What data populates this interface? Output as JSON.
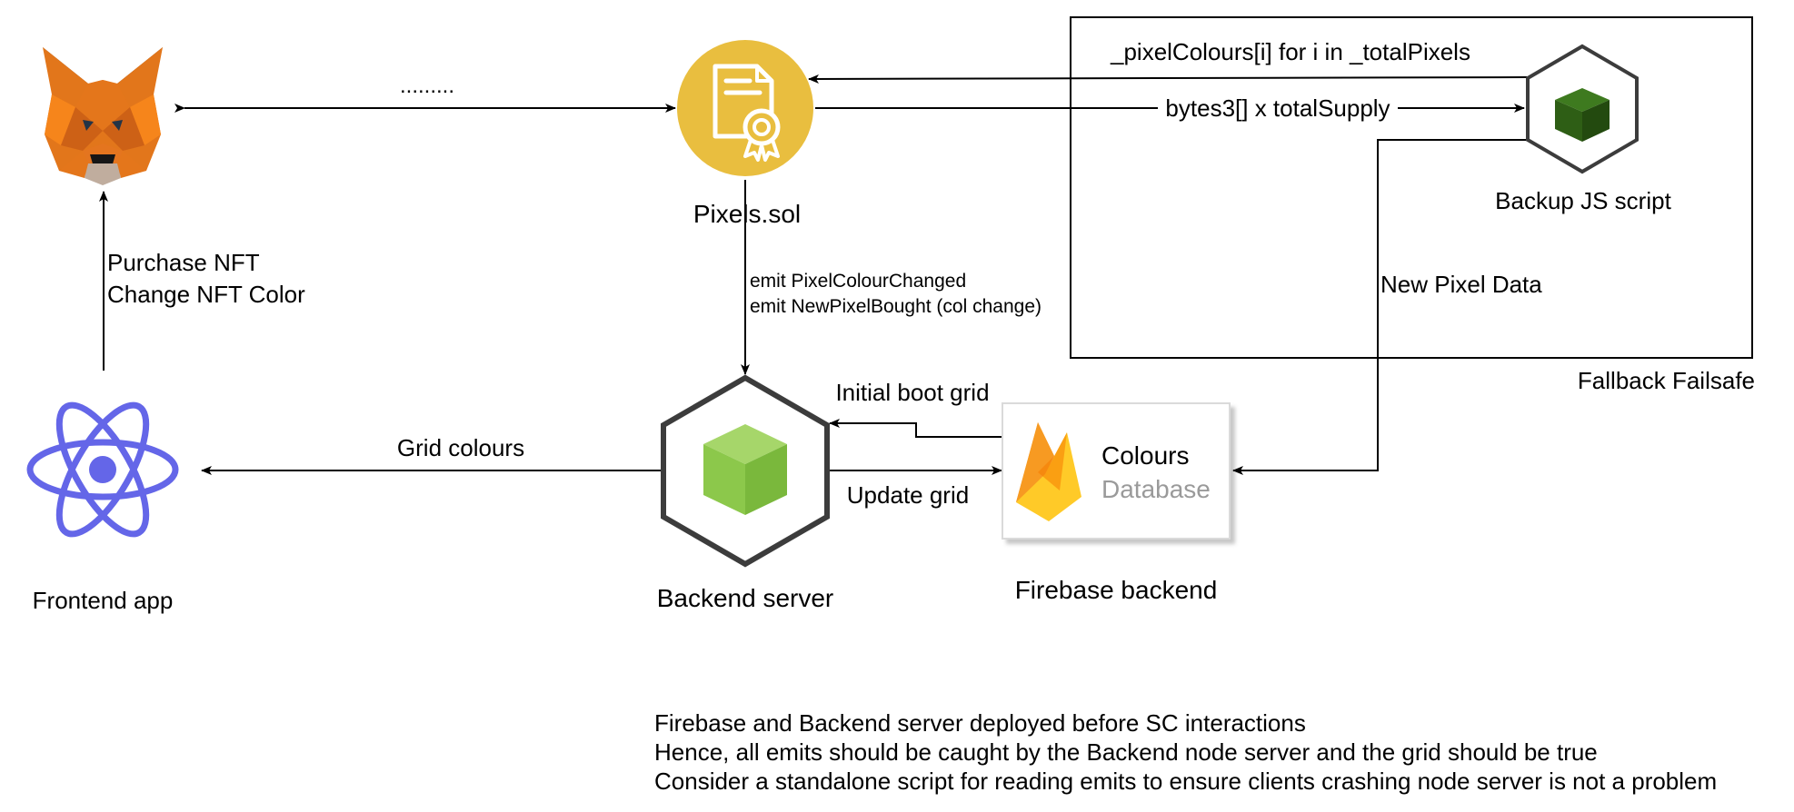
{
  "nodes": {
    "metamask": {
      "icon": "metamask-fox-icon"
    },
    "contract": {
      "label": "Pixels.sol",
      "icon": "smart-contract-certificate-icon"
    },
    "backup_script": {
      "label": "Backup JS script",
      "icon": "nodejs-cube-icon"
    },
    "frontend": {
      "label": "Frontend app",
      "icon": "react-atom-icon"
    },
    "backend": {
      "label": "Backend server",
      "icon": "nodejs-cube-icon"
    },
    "firebase": {
      "label": "Firebase backend",
      "icon": "firebase-flame-icon",
      "title": "Colours",
      "subtitle": "Database"
    }
  },
  "groups": {
    "fallback": {
      "label": "Fallback Failsafe"
    }
  },
  "edges": {
    "metamask_contract": {
      "label": "........."
    },
    "frontend_metamask": {
      "label_line1": "Purchase NFT",
      "label_line2": "Change NFT Color"
    },
    "contract_backend": {
      "label_line1": "emit PixelColourChanged",
      "label_line2": "emit NewPixelBought (col change)"
    },
    "backup_to_contract": {
      "label": "_pixelColours[i] for i in _totalPixels"
    },
    "contract_to_backup": {
      "label": "bytes3[] x totalSupply"
    },
    "backup_to_firebase": {
      "label": "New Pixel Data"
    },
    "backend_to_frontend": {
      "label": "Grid colours"
    },
    "firebase_to_backend": {
      "label": "Initial boot grid"
    },
    "backend_to_firebase": {
      "label": "Update grid"
    }
  },
  "notes": [
    "Firebase and Backend server deployed before SC interactions",
    "Hence, all emits should be caught by the Backend node server and the grid should be true",
    "Consider a standalone script for reading emits to ensure clients crashing node server is not a problem"
  ],
  "colors": {
    "line": "#000000",
    "contract_circle": "#E9BE3F",
    "node_frame": "#3C3C3C",
    "node_cube_light": "#8CC84B",
    "backup_cube": "#2E5E15",
    "react_blue": "#6466E8",
    "firebase_muted_text": "#9A9A9A"
  }
}
